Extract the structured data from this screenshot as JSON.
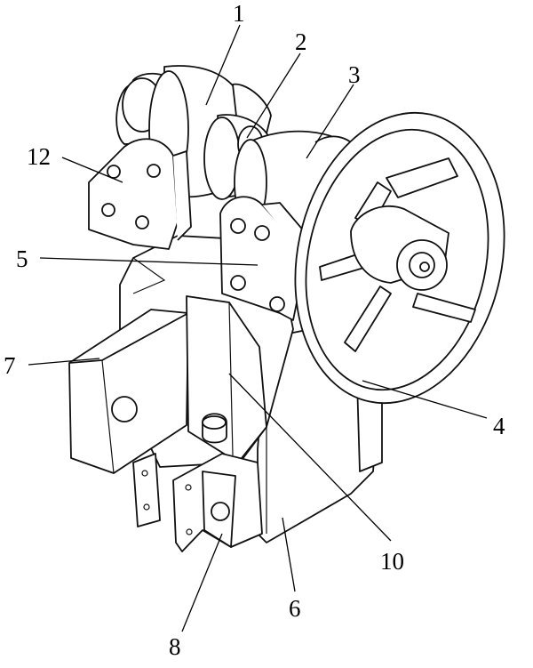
{
  "labels": {
    "l1": "1",
    "l2": "2",
    "l3": "3",
    "l4": "4",
    "l5": "5",
    "l6": "6",
    "l7": "7",
    "l8": "8",
    "l10": "10",
    "l12": "12"
  },
  "colors": {
    "line": "#111111",
    "fill": "#ffffff"
  }
}
